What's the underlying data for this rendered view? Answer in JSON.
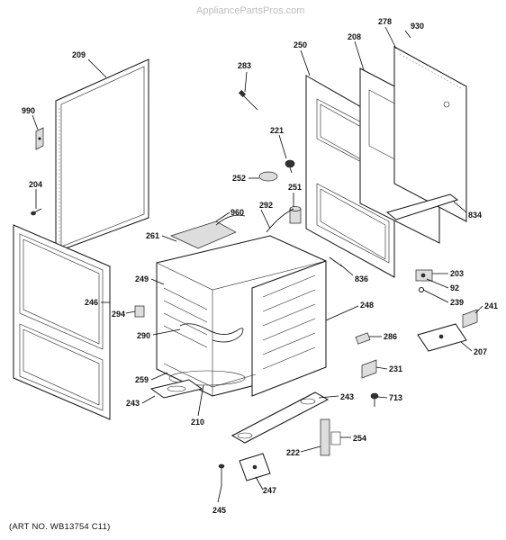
{
  "watermark": "AppliancePartsPros.com",
  "art_number": "(ART NO. WB13754 C11)",
  "callouts": {
    "p209": "209",
    "p990": "990",
    "p204": "204",
    "p246": "246",
    "p294": "294",
    "p283": "283",
    "p221": "221",
    "p252": "252",
    "p251": "251",
    "p960": "960",
    "p292": "292",
    "p261": "261",
    "p249": "249",
    "p290": "290",
    "p259": "259",
    "p243a": "243",
    "p210": "210",
    "p250": "250",
    "p208": "208",
    "p278": "278",
    "p930": "930",
    "p834": "834",
    "p836": "836",
    "p203": "203",
    "p92": "92",
    "p239": "239",
    "p241": "241",
    "p207": "207",
    "p248": "248",
    "p286": "286",
    "p231": "231",
    "p713": "713",
    "p243b": "243",
    "p222": "222",
    "p254": "254",
    "p247": "247",
    "p245": "245"
  }
}
